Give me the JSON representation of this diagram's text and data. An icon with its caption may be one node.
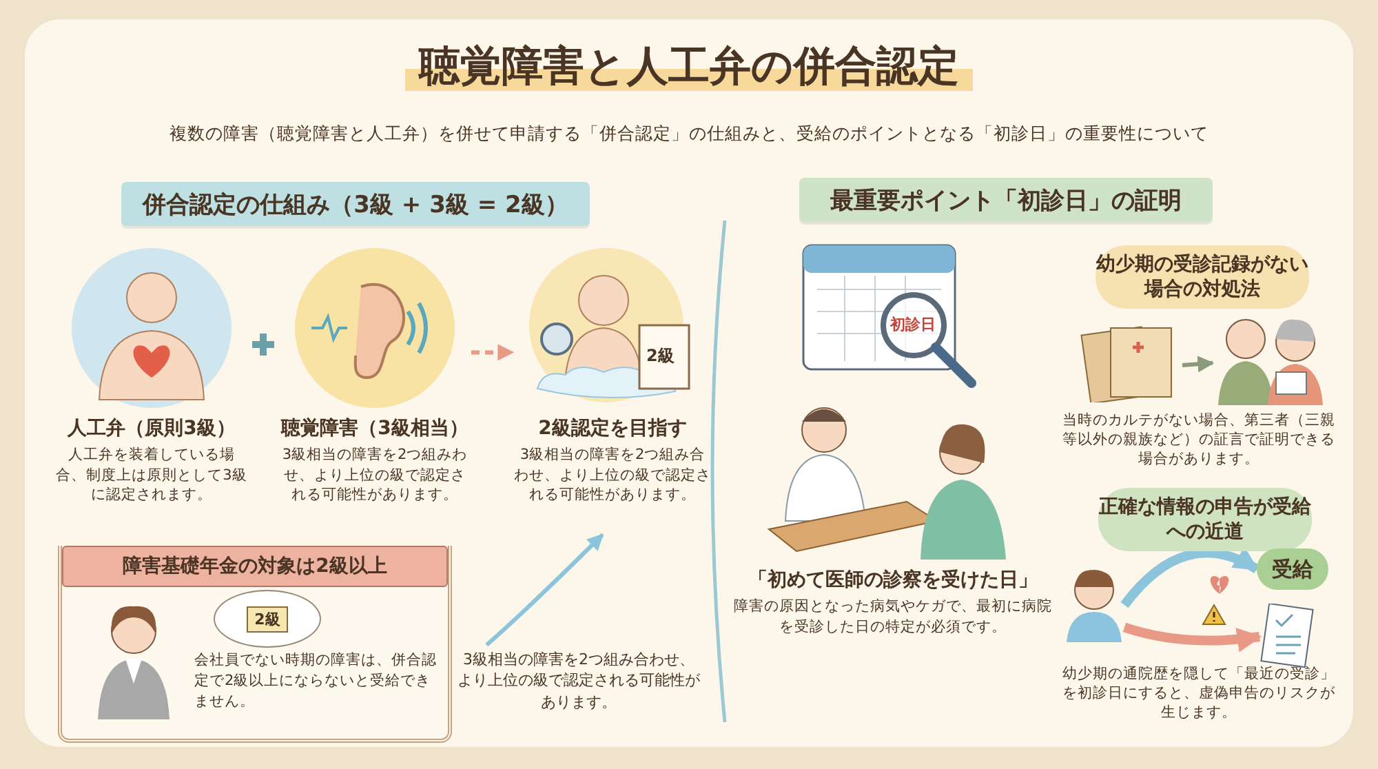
{
  "diagram": {
    "title": "聴覚障害と人工弁の併合認定",
    "nodes": [
      {
        "text": [
          "人工弁（原則3級）",
          "人工弁を装着している場合、制度上は原則として3級に認定されます。"
        ]
      },
      {
        "text": [
          "聴覚障害（3級相当）",
          "3級相当の障害を2つ組みわせ、より上位の級で認定される可能性があります。"
        ]
      },
      {
        "text": [
          "2級認定を目指す",
          "3級相当の障害を2つ組み合わせ、より上位の級で認定される可能性があります。"
        ]
      },
      {
        "text": [
          "障害基礎年金の対象は2級以上",
          "会社員でない時期の障害は、併合認定で2級以上にならないと受給できません。"
        ]
      },
      {
        "text": [
          "2級"
        ],
        "in": 3
      },
      {
        "text": [
          "3級相当の障害を2つ組み合わせ、より上位の級で認定される可能性があります。"
        ]
      },
      {
        "text": [
          "「初めて医師の診察を受けた日」",
          "障害の原因となった病気やケガで、最初に病院を受診した日の特定が必須です。"
        ]
      },
      {
        "text": [
          "幼少期の受診記録がない場合の対処法"
        ]
      },
      {
        "text": [],
        "shape": "picture"
      },
      {
        "text": [],
        "shape": "picture"
      },
      {
        "text": [
          "正確な情報の申告が受給への近道"
        ]
      },
      {
        "text": [],
        "shape": "picture"
      },
      {
        "text": [
          "受給"
        ]
      },
      {
        "text": [],
        "shape": "picture"
      }
    ],
    "edges": [
      {
        "from": 1,
        "to": 2,
        "arrow": "to",
        "style": "dashed"
      },
      {
        "from": 5,
        "to": 2,
        "arrow": "to",
        "color": "#8cc4dc"
      },
      {
        "from": 8,
        "to": 9,
        "arrow": "to",
        "color": "#8a9a7a"
      },
      {
        "from": 11,
        "to": 12,
        "arrow": "to",
        "style": "thick",
        "color": "#8cc4dc"
      },
      {
        "from": 11,
        "to": 13,
        "arrow": "to",
        "style": "thick"
      }
    ],
    "labels": [
      "複数の障害（聴覚障害と人工弁）を併せて申請する「併合認定」の仕組みと、受給のポイントとなる「初診日」の重要性について",
      "併合認定の仕組み（3級 + 3級 = 2級）",
      "最重要ポイント「初診日」の証明",
      "2級",
      "初診日",
      "当時のカルテがない場合、第三者（三親等以外の親族など）の証言で証明できる場合があります。",
      "幼少期の通院歴を隠して「最近の受診」を初診日にすると、虚偽申告のリスクが生じます。"
    ]
  }
}
